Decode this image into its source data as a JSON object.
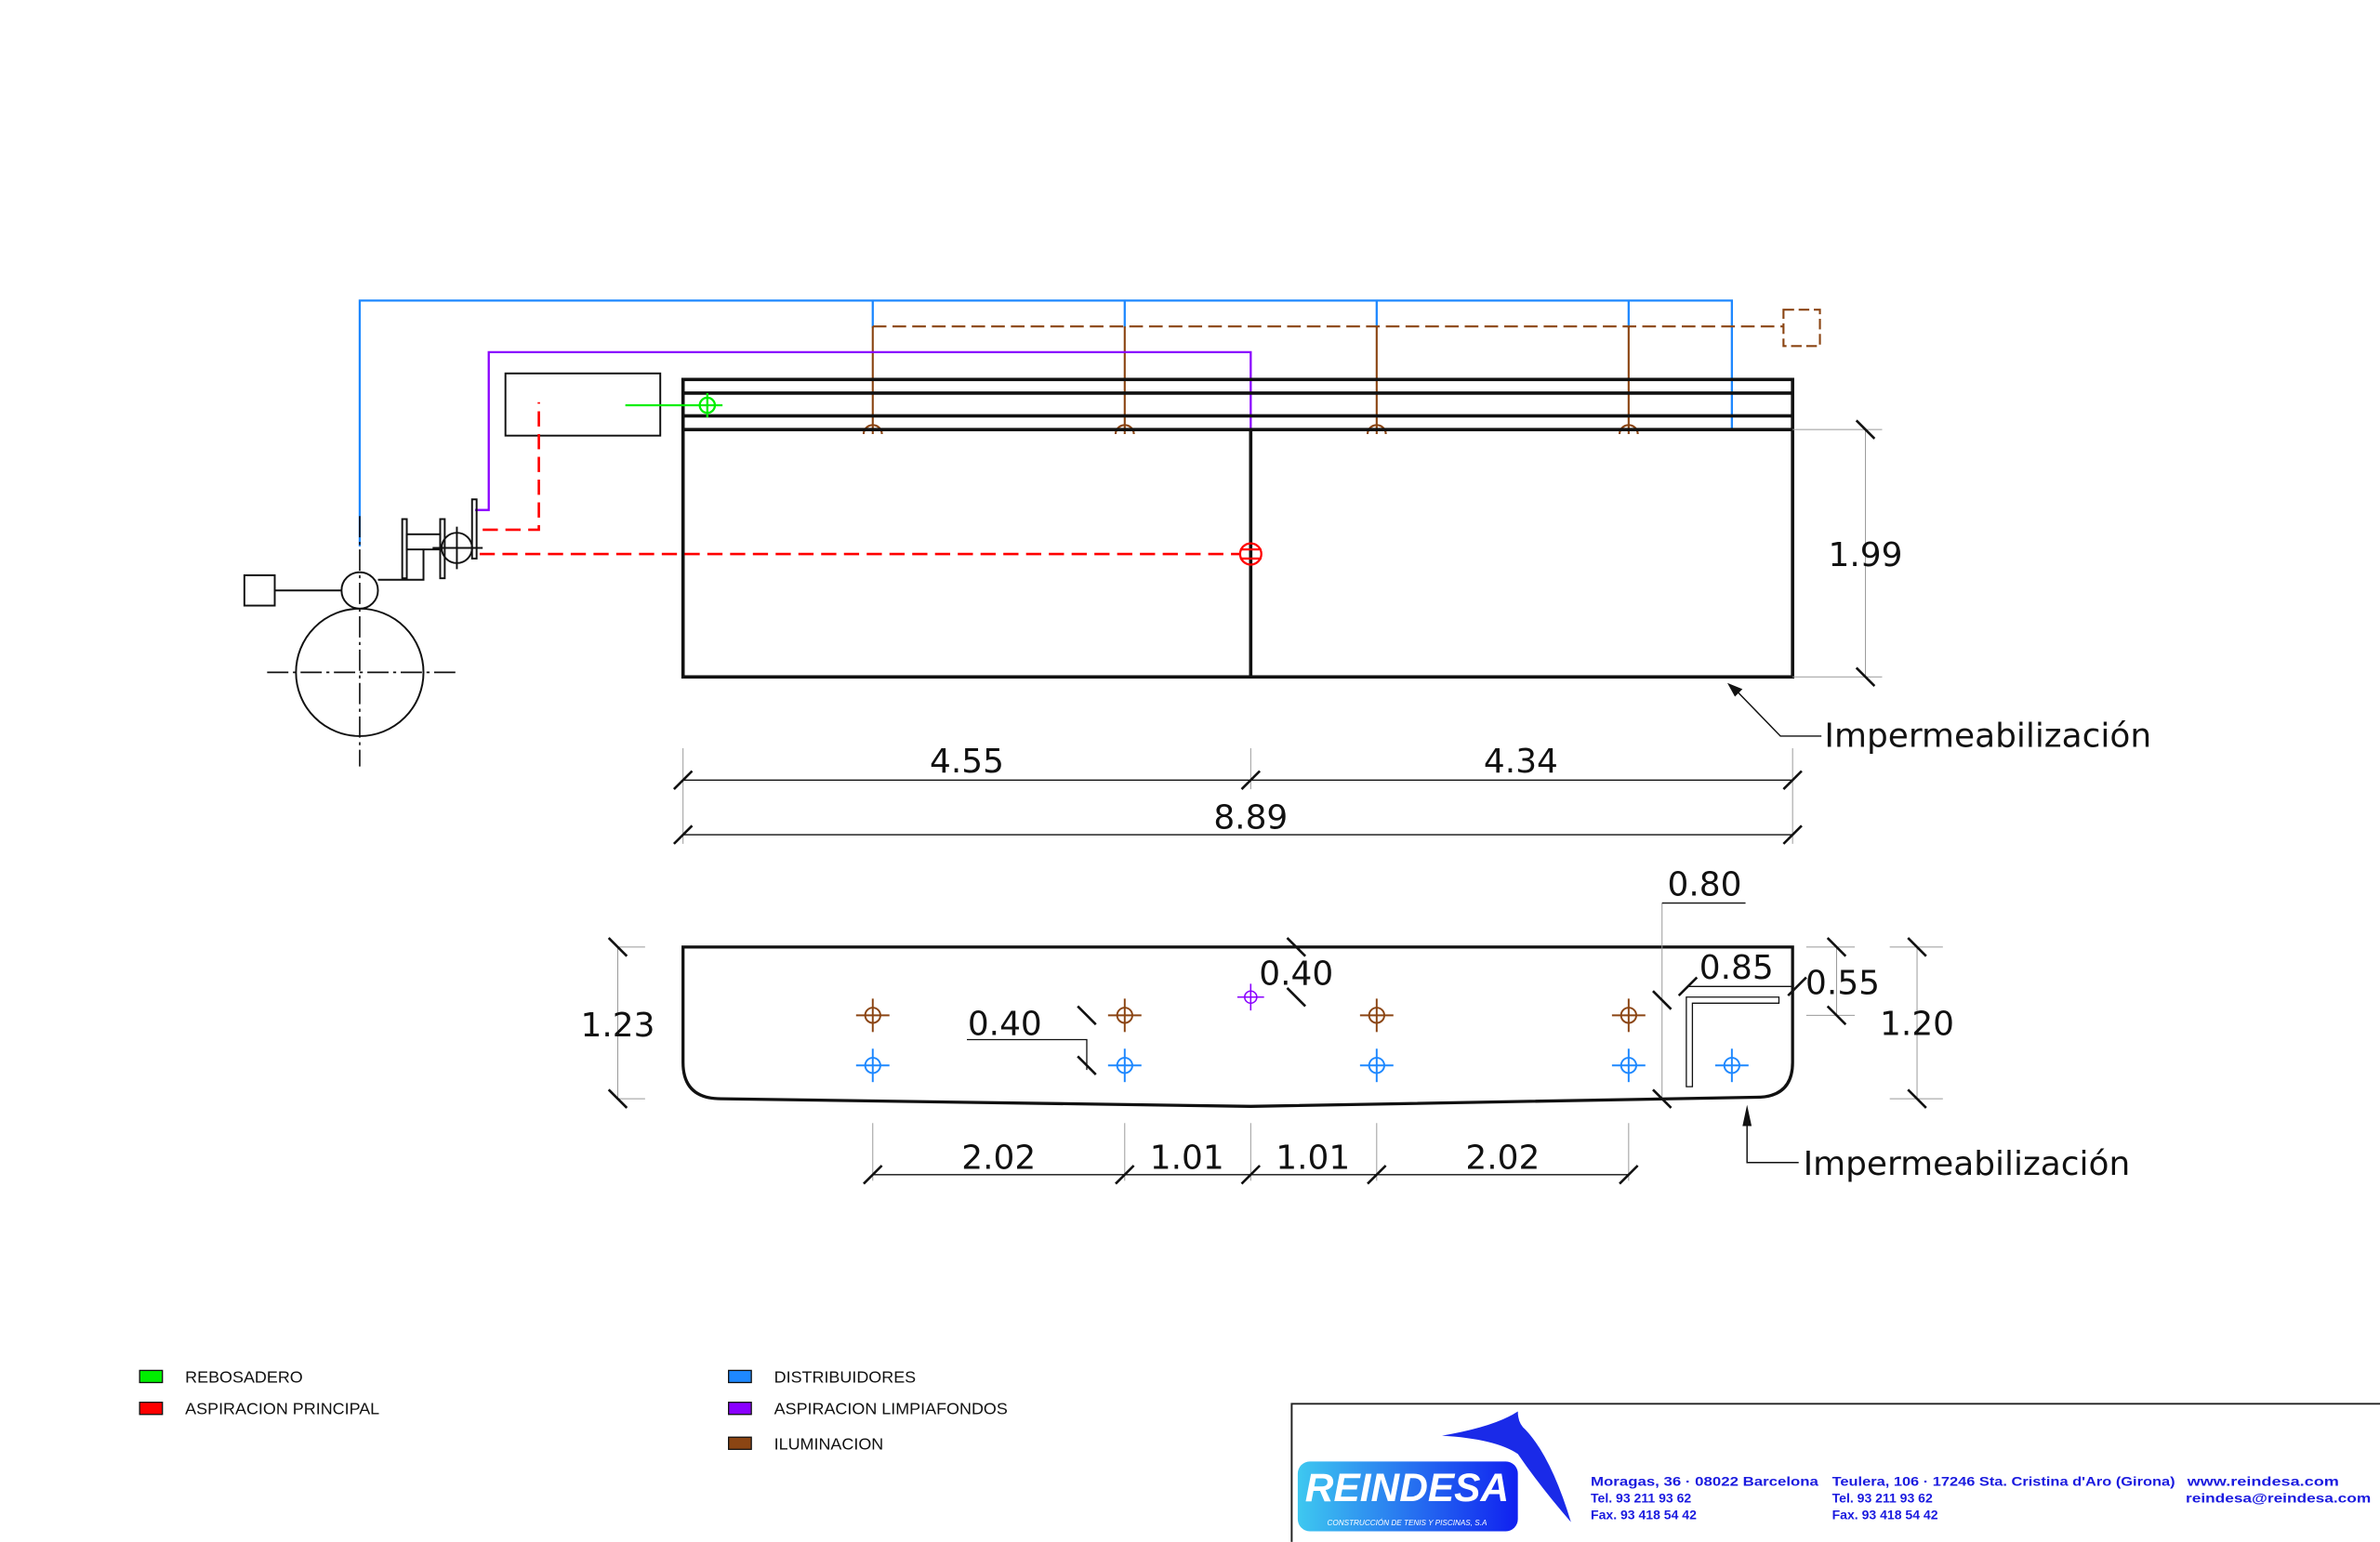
{
  "colors": {
    "rebosadero": "#00ee00",
    "aspiracion_principal": "#ff0000",
    "distribuidores": "#1e88ff",
    "aspiracion_limpiafondos": "#8a00ff",
    "iluminacion": "#8b4513"
  },
  "plan": {
    "dim_height": "1.99",
    "dim_left": "4.55",
    "dim_right": "4.34",
    "dim_total": "8.89",
    "impermeabilizacion": "Impermeabilización"
  },
  "section": {
    "dim_left_height": "1.23",
    "dim_040_a": "0.40",
    "dim_040_b": "0.40",
    "dim_080": "0.80",
    "dim_085": "0.85",
    "dim_055": "0.55",
    "dim_right_height": "1.20",
    "dims_bottom": [
      "2.02",
      "1.01",
      "1.01",
      "2.02"
    ],
    "impermeabilizacion": "Impermeabilización"
  },
  "legend": [
    {
      "label": "REBOSADERO",
      "color": "#00ee00"
    },
    {
      "label": "ASPIRACION PRINCIPAL",
      "color": "#ff0000"
    },
    {
      "label": "DISTRIBUIDORES",
      "color": "#1e88ff"
    },
    {
      "label": "ASPIRACION LIMPIAFONDOS",
      "color": "#8a00ff"
    },
    {
      "label": "ILUMINACION",
      "color": "#8b4513"
    }
  ],
  "footer": {
    "logo_text": "REINDESA",
    "logo_sub": "CONSTRUCCIÓN DE TENIS Y PISCINAS, S.A",
    "office1": {
      "address": "Moragas, 36 · 08022 Barcelona",
      "tel": "Tel. 93 211 93 62",
      "fax": "Fax. 93 418 54 42"
    },
    "office2": {
      "address": "Teulera, 106 · 17246 Sta. Cristina d'Aro (Girona)",
      "tel": "Tel. 93 211 93 62",
      "fax": "Fax. 93 418 54 42"
    },
    "web": "www.reindesa.com",
    "email": "reindesa@reindesa.com"
  }
}
